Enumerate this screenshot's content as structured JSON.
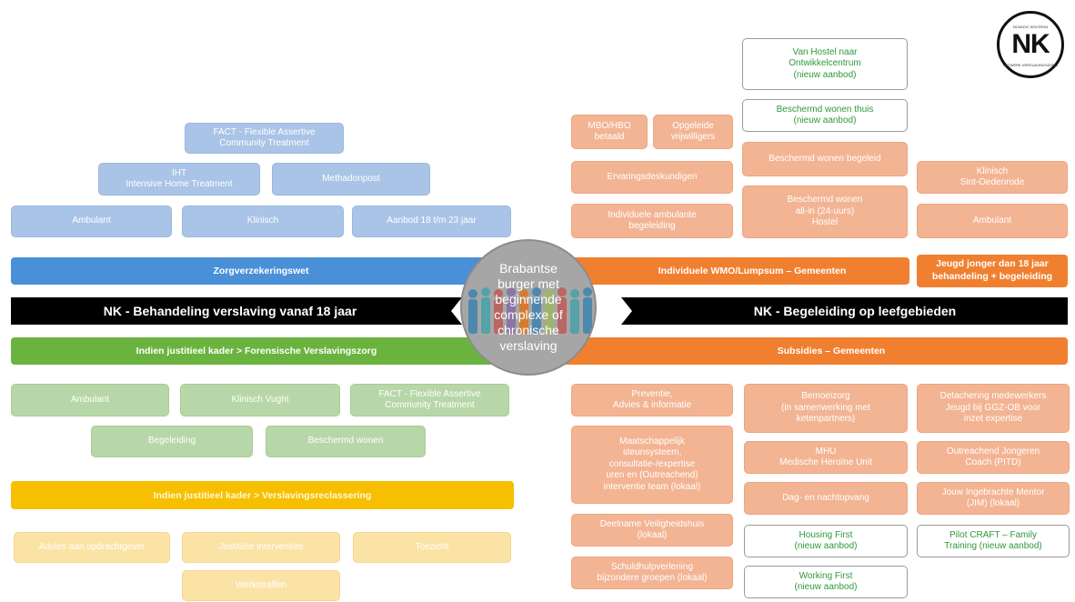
{
  "logo": {
    "text": "NK",
    "top_small": "NOVADIC KENTRON",
    "bottom_small": "NETWERK VERSLAVINGSZORG"
  },
  "center_circle": {
    "text": "Brabantse\nburger met\nbeginnende\ncomplexe of\nchronische\nverslaving"
  },
  "left": {
    "blue_boxes": {
      "fact": "FACT - Flexible Assertive\nCommunity Treatment",
      "iht": "IHT\nIntensive Home Treatment",
      "methadonpost": "Methadonpost",
      "ambulant": "Ambulant",
      "klinisch": "Klinisch",
      "aanbod": "Aanbod 18 t/m 23 jaar"
    },
    "band_zorgverzekeringswet": "Zorgverzekeringswet",
    "black_band": "NK - Behandeling verslaving vanaf 18 jaar",
    "band_forensisch": "Indien justitieel kader > Forensische Verslavingszorg",
    "green_boxes": {
      "ambulant": "Ambulant",
      "klinisch_vught": "Klinisch Vught",
      "fact": "FACT - Flexible Assertive\nCommunity Treatment",
      "begeleiding": "Begeleiding",
      "beschermd_wonen": "Beschermd wonen"
    },
    "band_reclassering": "Indien justitieel kader > Verslavingsreclassering",
    "yellow_boxes": {
      "advies": "Advies aan opdrachtgever",
      "justitiele": "Justitiële interventies",
      "toezicht": "Toezicht",
      "werkstraffen": "Werkstraffen"
    }
  },
  "right": {
    "top_white_1": "Van Hostel naar\nOntwikkelcentrum\n(nieuw aanbod)",
    "top_white_2": "Beschermd wonen thuis\n(nieuw aanbod)",
    "orange_top": {
      "mbo_hbo": "MBO/HBO\nbetaald",
      "opgeleide": "Opgeleide\nvrijwilligers",
      "ervaringsdeskundigen": "Ervaringsdeskundigen",
      "individuele_ambulante": "Individuele ambulante\nbegeleiding",
      "beschermd_begeleid": "Beschermd wonen begeleid",
      "beschermd_allin": "Beschermd wonen\nall-in (24-uurs)\nHostel",
      "klinisch_sint": "Klinisch\nSint-Oedenrode",
      "ambulant": "Ambulant"
    },
    "band_wmo": "Individuele WMO/Lumpsum – Gemeenten",
    "band_jeugd": "Jeugd jonger dan 18 jaar\nbehandeling + begeleiding",
    "black_band": "NK - Begeleiding op leefgebieden",
    "band_subsidies": "Subsidies – Gemeenten",
    "orange_bottom": {
      "preventie": "Preventie,\nAdvies & informatie",
      "bemoeizorg": "Bemoeizorg\n(in samenwerking met\nketenpartners)",
      "detachering": "Detachering medewerkers\nJeugd bij GGZ-OB voor\ninzet expertise",
      "maatschappelijk": "Maatschappelijk\nsteunsysteem,\nconsultatie-/expertise\nuren en (Outreachend)\ninterventie team (lokaal)",
      "mhu": "MHU\nMedische Heroïne Unit",
      "outreachend": "Outreachend Jongeren\nCoach (PITD)",
      "dag_nacht": "Dag- en nachtopvang",
      "jouw_ingebrachte": "Jouw Ingebrachte Mentor\n(JIM) (lokaal)",
      "deelname": "Deelname Veiligheidshuis\n(lokaal)",
      "schuldhulp": "Schuldhulpverlening\nbijzondere groepen (lokaal)"
    },
    "white_bottom": {
      "housing_first": "Housing First\n(nieuw aanbod)",
      "pilot_craft": "Pilot CRAFT – Family\nTraining (nieuw aanbod)",
      "working_first": "Working First\n(nieuw aanbod)"
    }
  },
  "colors": {
    "blue_band": "#4a90d9",
    "green_band": "#6bb33f",
    "yellow_band": "#f6c000",
    "orange_band": "#f08030",
    "black_band": "#000000",
    "circle": "#a6a6a6"
  }
}
